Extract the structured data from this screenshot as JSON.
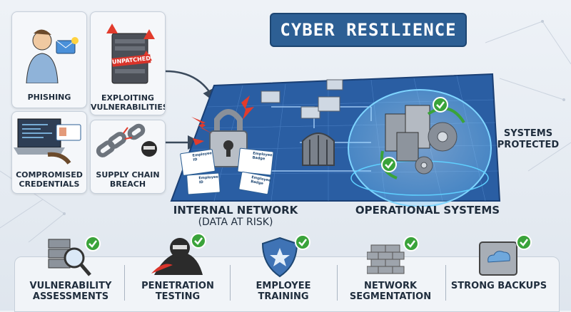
{
  "title": "CYBER RESILIENCE",
  "threats": {
    "phishing": "PHISHING",
    "exploiting": "EXPLOITING VULNERABILITIES",
    "unpatched": "UNPATCHED",
    "credentials": "COMPROMISED CREDENTIALS",
    "supply_chain": "SUPPLY CHAIN BREACH"
  },
  "network": {
    "label": "INTERNAL NETWORK",
    "sublabel": "(DATA AT RISK)",
    "badges": [
      "Employee ID",
      "Employee Badge",
      "Employee ID",
      "Employee Badge"
    ]
  },
  "operational": {
    "label": "OPERATIONAL SYSTEMS"
  },
  "status": "SYSTEMS PROTECTED",
  "measures": [
    {
      "label": "VULNERABILITY ASSESSMENTS",
      "icon": "server-magnifier-icon"
    },
    {
      "label": "PENETRATION TESTING",
      "icon": "hacker-icon"
    },
    {
      "label": "EMPLOYEE TRAINING",
      "icon": "shield-star-icon"
    },
    {
      "label": "NETWORK SEGMENTATION",
      "icon": "brick-wall-icon"
    },
    {
      "label": "STRONG BACKUPS",
      "icon": "cloud-safe-icon"
    }
  ],
  "colors": {
    "accent": "#2d5f94",
    "check": "#3aa33a",
    "danger": "#e23b2c",
    "grid": "#2a5ea3"
  }
}
